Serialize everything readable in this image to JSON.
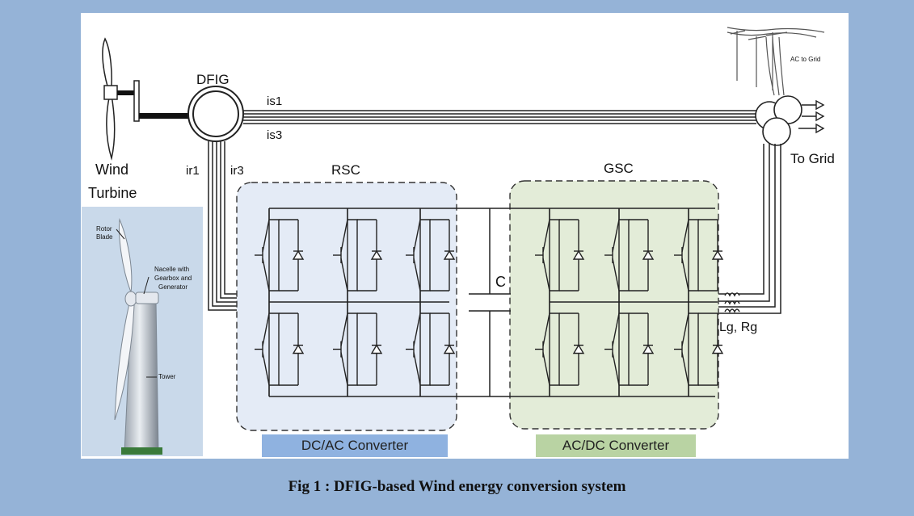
{
  "labels": {
    "dfig": "DFIG",
    "is1": "is1",
    "is3": "is3",
    "ir1": "ir1",
    "ir3": "ir3",
    "wind_turbine_line1": "Wind",
    "wind_turbine_line2": "Turbine",
    "rsc": "RSC",
    "gsc": "GSC",
    "capacitor": "C",
    "lg_rg": "Lg, Rg",
    "to_grid": "To Grid",
    "ac_to_grid": "AC to Grid",
    "rotor_blade_line1": "Rotor",
    "rotor_blade_line2": "Blade",
    "nacelle_line1": "Nacelle with",
    "nacelle_line2": "Gearbox and",
    "nacelle_line3": "Generator",
    "tower": "Tower"
  },
  "converters": {
    "rsc_box_label": "DC/AC Converter",
    "gsc_box_label": "AC/DC Converter"
  },
  "caption": "Fig 1 : DFIG-based Wind energy conversion system",
  "colors": {
    "frame": "#95b3d7",
    "rsc_fill": "#e4ebf6",
    "gsc_fill": "#e3ecd8",
    "dcac_bar": "#8fb2e0",
    "acdc_bar": "#b9d3a3"
  }
}
